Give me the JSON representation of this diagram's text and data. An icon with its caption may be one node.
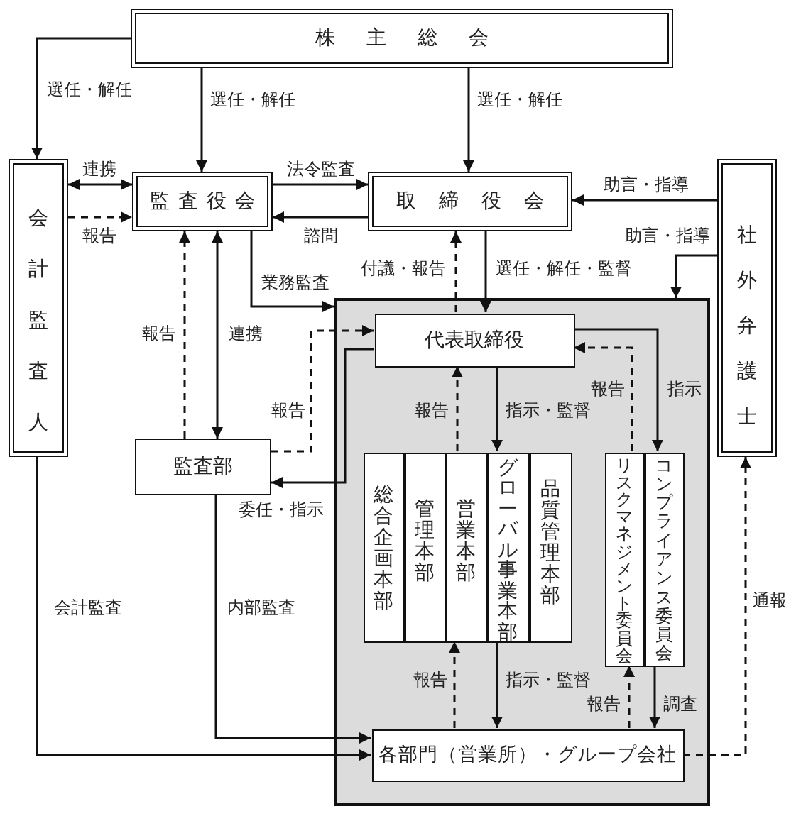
{
  "diagram": {
    "nodes": [
      {
        "text": [
          "株主総会"
        ]
      },
      {
        "text": [
          "会計監査人"
        ]
      },
      {
        "text": [
          "監査役会"
        ]
      },
      {
        "text": [
          "取締役会"
        ]
      },
      {
        "text": [
          "社外弁護士"
        ]
      },
      {
        "text": [],
        "shape": "box"
      },
      {
        "text": [
          "代表取締役"
        ],
        "in": 5
      },
      {
        "text": [
          "監査部"
        ]
      },
      {
        "text": [
          "総合企画本部"
        ],
        "in": 5
      },
      {
        "text": [
          "管理本部"
        ],
        "in": 5
      },
      {
        "text": [
          "営業本部"
        ],
        "in": 5
      },
      {
        "text": [
          "グローバル事業本部"
        ],
        "in": 5
      },
      {
        "text": [
          "品質管理本部"
        ],
        "in": 5
      },
      {
        "text": [
          "リスクマネジメント委員会"
        ],
        "in": 5
      },
      {
        "text": [
          "コンプライアンス委員会"
        ],
        "in": 5
      },
      {
        "text": [
          "各部門（営業所）・グループ会社"
        ],
        "in": 5
      }
    ],
    "edges": [
      {
        "from": 0,
        "to": 1,
        "arrow": "to",
        "label": "選任・解任"
      },
      {
        "from": 0,
        "to": 2,
        "arrow": "to",
        "label": "選任・解任"
      },
      {
        "from": 0,
        "to": 3,
        "arrow": "to",
        "label": "選任・解任"
      },
      {
        "from": 1,
        "to": 2,
        "arrow": "both",
        "label": "連携"
      },
      {
        "from": 1,
        "to": 2,
        "arrow": "to",
        "label": "報告",
        "style": "dashed"
      },
      {
        "from": 2,
        "to": 3,
        "arrow": "to",
        "label": "法令監査"
      },
      {
        "from": 3,
        "to": 2,
        "arrow": "to",
        "label": "諮問"
      },
      {
        "from": 4,
        "to": 3,
        "arrow": "to",
        "label": "助言・指導"
      },
      {
        "from": 4,
        "to": 5,
        "arrow": "to",
        "label": "助言・指導"
      },
      {
        "from": 2,
        "to": 5,
        "arrow": "to",
        "label": "業務監査"
      },
      {
        "from": 6,
        "to": 3,
        "arrow": "to",
        "label": "付議・報告",
        "style": "dashed"
      },
      {
        "from": 3,
        "to": 6,
        "arrow": "to",
        "label": "選任・解任・監督"
      },
      {
        "from": 7,
        "to": 2,
        "arrow": "to",
        "label": "報告",
        "style": "dashed"
      },
      {
        "from": 2,
        "to": 7,
        "arrow": "both",
        "label": "連携"
      },
      {
        "from": 7,
        "to": 6,
        "arrow": "to",
        "label": "報告",
        "style": "dashed"
      },
      {
        "from": 6,
        "to": 7,
        "arrow": "to",
        "label": "委任・指示"
      },
      {
        "from": 10,
        "to": 6,
        "arrow": "to",
        "label": "報告",
        "style": "dashed"
      },
      {
        "from": 6,
        "to": 11,
        "arrow": "to",
        "label": "指示・監督"
      },
      {
        "from": 13,
        "to": 6,
        "arrow": "to",
        "label": "報告",
        "style": "dashed"
      },
      {
        "from": 6,
        "to": 14,
        "arrow": "to",
        "label": "指示"
      },
      {
        "from": 15,
        "to": 10,
        "arrow": "to",
        "label": "報告",
        "style": "dashed"
      },
      {
        "from": 11,
        "to": 15,
        "arrow": "to",
        "label": "指示・監督"
      },
      {
        "from": 15,
        "to": 13,
        "arrow": "to",
        "label": "報告",
        "style": "dashed"
      },
      {
        "from": 14,
        "to": 15,
        "arrow": "to",
        "label": "調査"
      },
      {
        "from": 1,
        "to": 15,
        "arrow": "to",
        "label": "会計監査"
      },
      {
        "from": 7,
        "to": 15,
        "arrow": "to",
        "label": "内部監査"
      },
      {
        "from": 15,
        "to": 4,
        "arrow": "to",
        "label": "通報",
        "style": "dashed"
      }
    ]
  }
}
